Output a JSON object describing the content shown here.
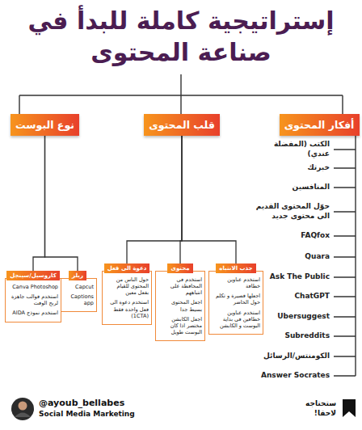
{
  "diagram": {
    "title": "إستراتيجية كاملة للبدأ في صناعة المحتوى",
    "nodes": [
      {
        "text": [
          "أفكار المحتوى"
        ]
      },
      {
        "text": [
          "قلب المحتوى"
        ]
      },
      {
        "text": [
          "نوع البوست"
        ]
      },
      {
        "text": [
          "جذب الانتباه",
          "استخدم عناوين خطافة",
          "اجعلها قصيرة و تكلم حول الحاضر",
          "استخدم عناوين خطافين في بداية البوست و الكابشن"
        ]
      },
      {
        "text": [
          "محتوى",
          "استخدم في المحافظة على انتباههم",
          "اجعل المحتوى بسيط جدا",
          "اجعل الكابشن مختصر اذا كان البوست طويل"
        ]
      },
      {
        "text": [
          "دعوة الى فعل",
          "حول الناس من المحتوى للقيام بفعل معين",
          "استخدم دعوة الى فعل واحدة فقط (1CTA)"
        ]
      },
      {
        "text": [
          "ريلز",
          "Capcut",
          "Captions app"
        ]
      },
      {
        "text": [
          "كاروسيل/سينجل",
          "Canva Photoshop",
          "استخدم قوالب جاهزة لربح الوقت",
          "استخدم نموذج AIDA"
        ]
      }
    ],
    "edges": [
      {
        "from": 1,
        "to": 3,
        "arrow": "none"
      },
      {
        "from": 1,
        "to": 4,
        "arrow": "none"
      },
      {
        "from": 1,
        "to": 5,
        "arrow": "none"
      },
      {
        "from": 2,
        "to": 6,
        "arrow": "none"
      },
      {
        "from": 2,
        "to": 7,
        "arrow": "none"
      }
    ],
    "labels": [
      "الكتب (المفضلة عندي)",
      "خبرتك",
      "المنافسين",
      "حوّل المحتوى القديم الى محتوى جديد",
      "FAQfox",
      "Quara",
      "Ask The Public",
      "ChatGPT",
      "Ubersuggest",
      "Subreddits",
      "الكومنتس/الرسائل",
      "Answer Socrates",
      "@ayoub_bellabes",
      "Social Media Marketing",
      "ستحتاجه لاحقا!"
    ]
  }
}
